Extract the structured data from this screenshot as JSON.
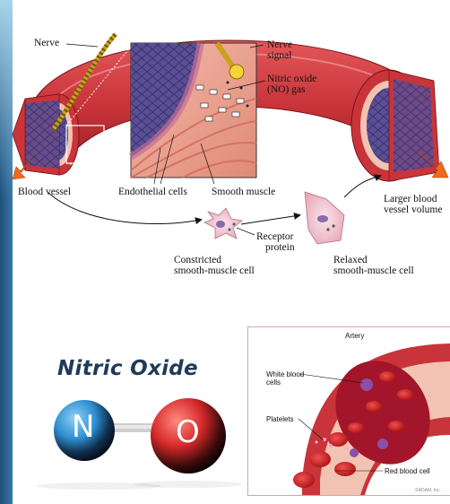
{
  "diagram": {
    "labels": {
      "nerve": "Nerve",
      "nerve_signal_1": "Nerve",
      "nerve_signal_2": "signal",
      "nitric_oxide_gas_1": "Nitric oxide",
      "nitric_oxide_gas_2": "(NO) gas",
      "blood_vessel": "Blood vessel",
      "endothelial_cells": "Endothelial cells",
      "smooth_muscle": "Smooth muscle",
      "larger_volume_1": "Larger blood",
      "larger_volume_2": "vessel volume",
      "receptor_protein_1": "Receptor",
      "receptor_protein_2": "protein",
      "constricted_1": "Constricted",
      "constricted_2": "smooth-muscle cell",
      "relaxed_1": "Relaxed",
      "relaxed_2": "smooth-muscle cell"
    }
  },
  "molecule": {
    "title": "Nitric Oxide",
    "nitrogen_symbol": "N",
    "oxygen_symbol": "O"
  },
  "artery_panel": {
    "title": "Artery",
    "white_blood_cells_1": "White blood",
    "white_blood_cells_2": "cells",
    "platelets": "Platelets",
    "red_blood_cell": "Red blood cell",
    "credit": "©ADAM, Inc."
  },
  "colors": {
    "vessel_red": "#c8343a",
    "endothelium_purple": "#5a4f94",
    "nitrogen_blue": "#2e8fd0",
    "oxygen_red": "#d62a2a",
    "strip_blue": "#2c6a9a"
  }
}
